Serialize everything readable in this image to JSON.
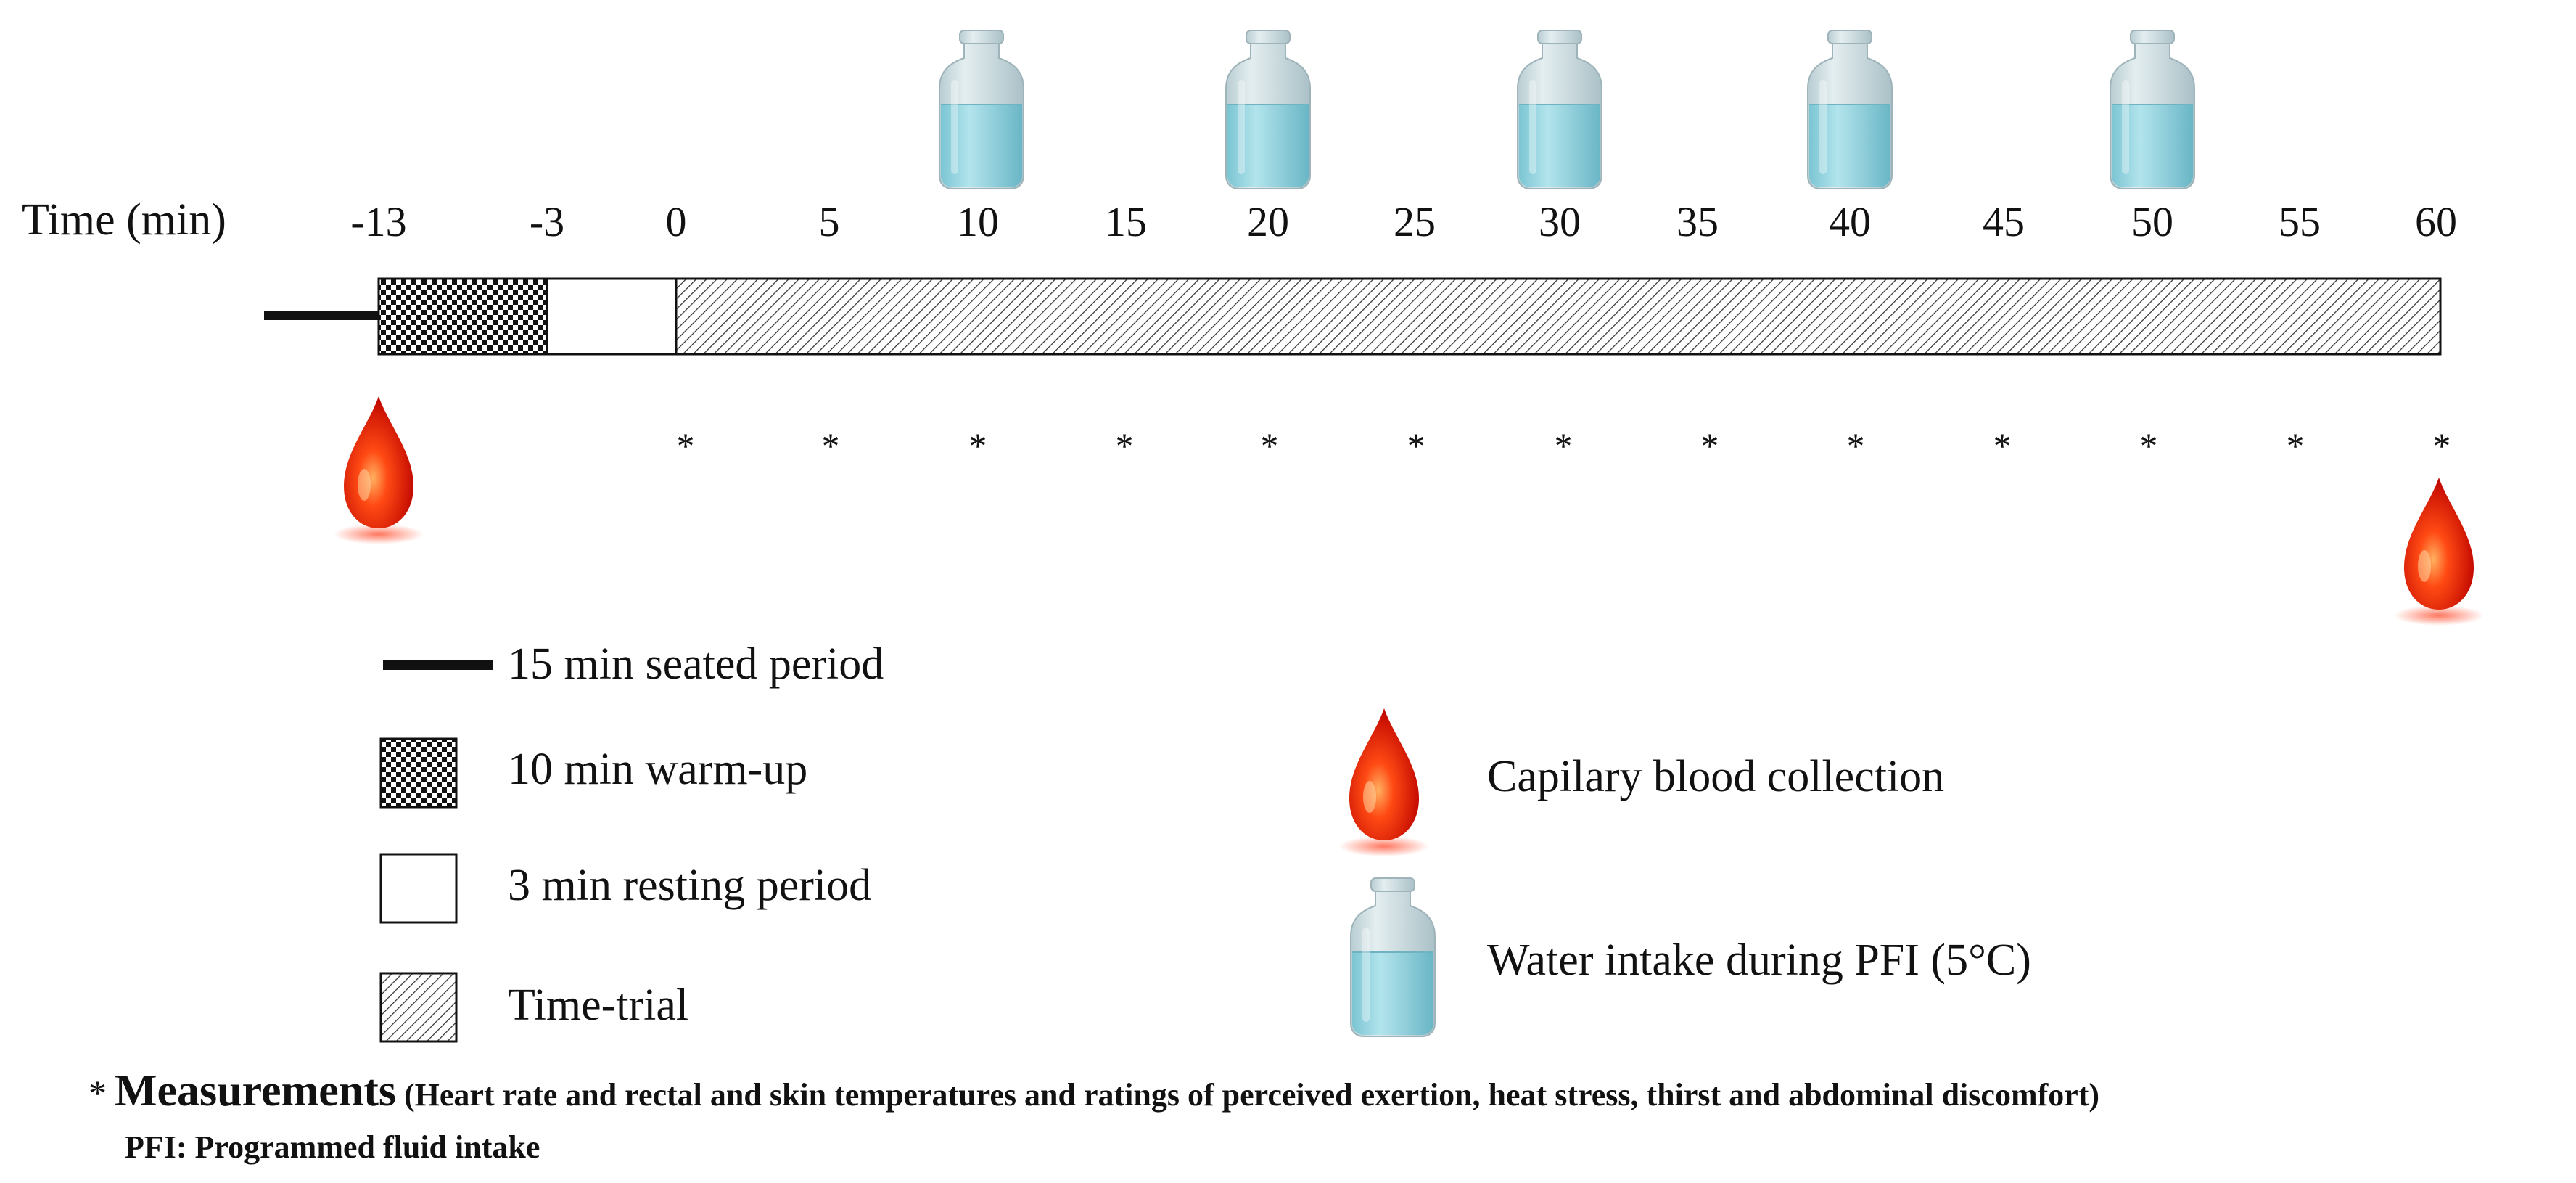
{
  "axis": {
    "label": "Time (min)",
    "ticks": [
      "-13",
      "-3",
      "0",
      "5",
      "10",
      "15",
      "20",
      "25",
      "30",
      "35",
      "40",
      "45",
      "50",
      "55",
      "60"
    ]
  },
  "measurement_marker": "*",
  "legend": {
    "seated": "15 min seated period",
    "warmup": "10 min warm-up",
    "resting": "3 min resting period",
    "timetrial": "Time-trial",
    "blood": "Capilary blood collection",
    "water": "Water intake during PFI (5°C)"
  },
  "footnote": {
    "asterisk": "*",
    "title": "Measurements",
    "detail": "(Heart rate and rectal and skin temperatures and ratings of perceived exertion, heat stress, thirst and abdominal discomfort)",
    "pfi": "PFI: Programmed fluid intake"
  },
  "colors": {
    "blood": "#e8200a",
    "water": "#8fd3e0",
    "bottle_glass": "#cfe0e4"
  }
}
